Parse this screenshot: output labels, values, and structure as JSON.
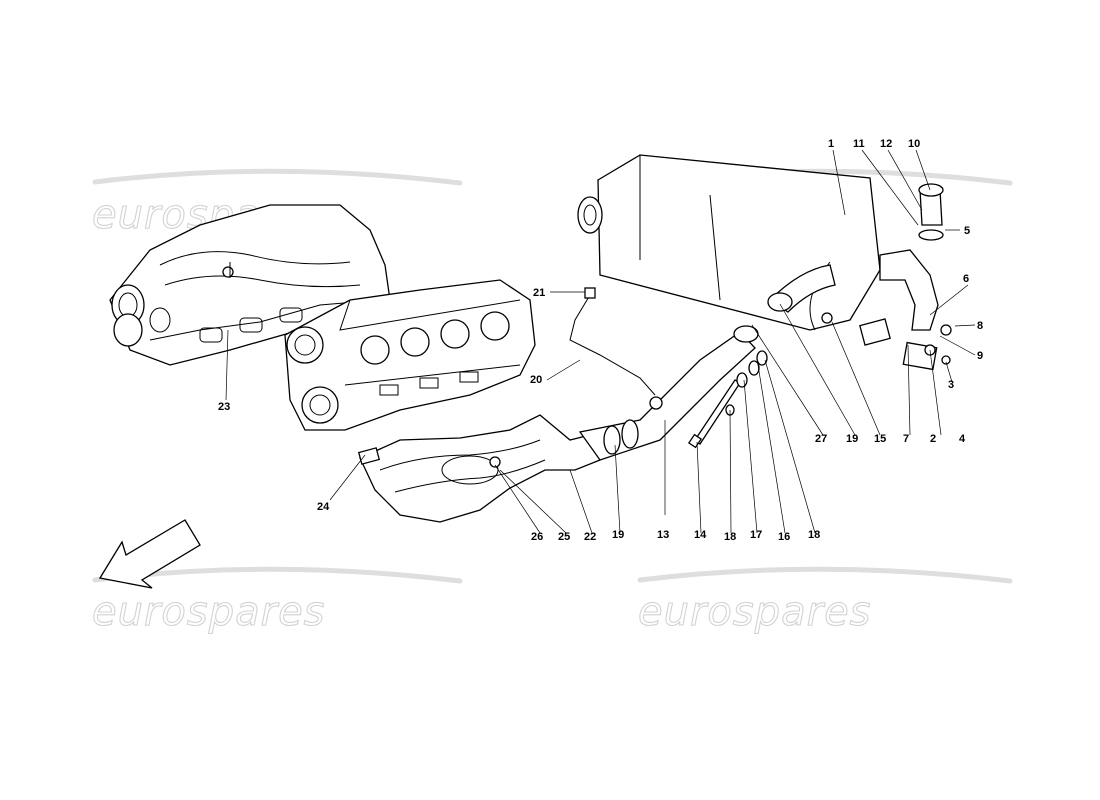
{
  "watermark": {
    "text": "eurospares"
  },
  "callouts": [
    {
      "id": "c1",
      "label": "1"
    },
    {
      "id": "c2",
      "label": "2"
    },
    {
      "id": "c3",
      "label": "3"
    },
    {
      "id": "c4",
      "label": "4"
    },
    {
      "id": "c5",
      "label": "5"
    },
    {
      "id": "c6",
      "label": "6"
    },
    {
      "id": "c7",
      "label": "7"
    },
    {
      "id": "c8",
      "label": "8"
    },
    {
      "id": "c9",
      "label": "9"
    },
    {
      "id": "c10",
      "label": "10"
    },
    {
      "id": "c11",
      "label": "11"
    },
    {
      "id": "c12",
      "label": "12"
    },
    {
      "id": "c13",
      "label": "13"
    },
    {
      "id": "c14",
      "label": "14"
    },
    {
      "id": "c15",
      "label": "15"
    },
    {
      "id": "c16",
      "label": "16"
    },
    {
      "id": "c17",
      "label": "17"
    },
    {
      "id": "c18a",
      "label": "18"
    },
    {
      "id": "c18b",
      "label": "18"
    },
    {
      "id": "c19a",
      "label": "19"
    },
    {
      "id": "c19b",
      "label": "19"
    },
    {
      "id": "c20",
      "label": "20"
    },
    {
      "id": "c21",
      "label": "21"
    },
    {
      "id": "c22",
      "label": "22"
    },
    {
      "id": "c23",
      "label": "23"
    },
    {
      "id": "c24",
      "label": "24"
    },
    {
      "id": "c25",
      "label": "25"
    },
    {
      "id": "c26",
      "label": "26"
    },
    {
      "id": "c27",
      "label": "27"
    }
  ]
}
